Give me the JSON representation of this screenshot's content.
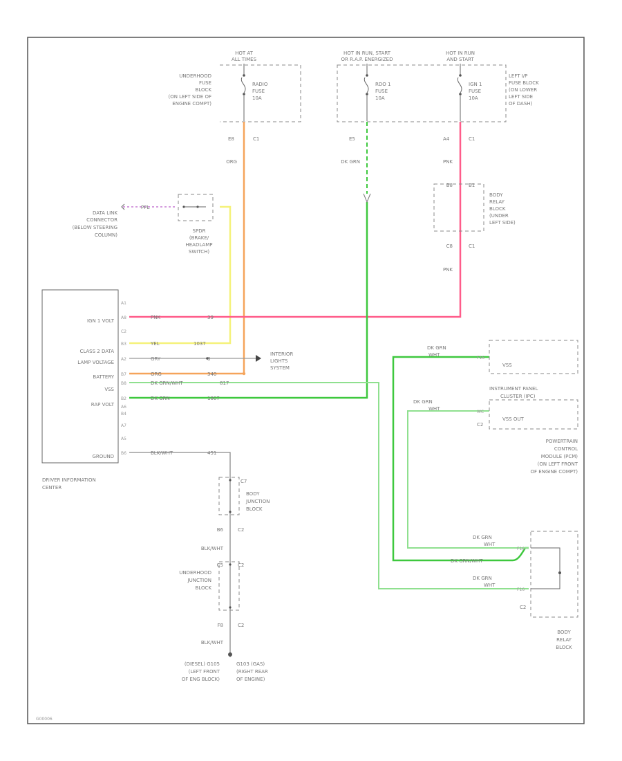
{
  "colors": {
    "orange": "#f5a45a",
    "pink": "#ff5c8a",
    "yellow": "#f5f27a",
    "green": "#3ec83e",
    "light_green": "#8fe08f",
    "purple": "#c77bd4",
    "gray": "#8a8a8a"
  },
  "power": {
    "hot1": [
      "HOT AT",
      "ALL TIMES"
    ],
    "hot2": [
      "HOT IN RUN, START",
      "OR R.A.P. ENERGIZED"
    ],
    "hot3": [
      "HOT IN RUN",
      "AND START"
    ],
    "underhood_fuse_block": [
      "UNDERHOOD",
      "FUSE",
      "BLOCK",
      "(ON LEFT SIDE OF",
      "ENGINE COMPT)"
    ],
    "left_ip_fuse_block": [
      "LEFT I/P",
      "FUSE BLOCK",
      "(ON LOWER",
      "LEFT SIDE",
      "OF DASH)"
    ],
    "fuse1": [
      "RADIO",
      "FUSE",
      "10A"
    ],
    "fuse2": [
      "RDO 1",
      "FUSE",
      "10A"
    ],
    "fuse3": [
      "IGN 1",
      "FUSE",
      "10A"
    ],
    "pins": [
      "E8",
      "C1",
      "E5",
      "A4",
      "C1"
    ]
  },
  "wires": {
    "org": "ORG",
    "dk_grn": "DK GRN",
    "pnk": "PNK",
    "ppl": "PPL",
    "pnk2": "PNK",
    "pnk_row": "PNK",
    "yel": "YEL",
    "gry": "GRY",
    "org2": "ORG",
    "dk_grn_wht": "DK GRN/WHT",
    "dk_grn2": "DK GRN",
    "blk_wht": "BLK/WHT",
    "blk_wht2": "BLK/WHT",
    "blk_wht3": "BLK/WHT",
    "num_39": "39",
    "num_1037": "1037",
    "num_8": "8",
    "num_340": "340",
    "num_817": "817",
    "num_1807": "1807",
    "num_451": "451",
    "num_8b": "8",
    "vss_wire": [
      "DK GRN",
      "WHT"
    ],
    "vss_out_wire": [
      "DK GRN",
      "WHT"
    ],
    "r1_wire": [
      "DK GRN",
      "WHT"
    ],
    "r2_wire": "DK GRN/WHT",
    "r3_wire": [
      "DK GRN",
      "WHT"
    ]
  },
  "connectors": {
    "dlc": [
      "DATA LINK",
      "CONNECTOR",
      "(BELOW STEERING",
      "COLUMN)"
    ],
    "switch": [
      "SPDR",
      "(BRAKE/",
      "HEADLAMP",
      "SWITCH)"
    ],
    "relay_top": [
      "BODY",
      "RELAY",
      "BLOCK",
      "(UNDER",
      "LEFT SIDE)"
    ],
    "relay_pins": [
      "B8",
      "B1",
      "C8",
      "C1"
    ],
    "interior": [
      "INTERIOR",
      "LIGHTS",
      "SYSTEM"
    ]
  },
  "dic": {
    "rows": [
      "IGN 1 VOLT",
      "CLASS 2 DATA",
      "LAMP VOLTAGE",
      "BATTERY",
      "VSS",
      "RAP VOLT",
      "GROUND"
    ],
    "pins": [
      "A1",
      "A8",
      "C2",
      "B3",
      "A2",
      "B7",
      "B8",
      "B2",
      "B4",
      "A7",
      "A5",
      "B6",
      "A6"
    ],
    "label": [
      "DRIVER INFORMATION",
      "CENTER"
    ]
  },
  "right": {
    "ipc_pin": "F16",
    "ipc_label": "VSS",
    "ipc_name": [
      "INSTRUMENT PANEL",
      "CLUSTER (IPC)"
    ],
    "pcm_pin": "WC",
    "pcm_label": "VSS OUT",
    "pcm_c": "C2",
    "pcm_name": [
      "POWERTRAIN",
      "CONTROL",
      "MODULE (PCM)",
      "(ON LEFT FRONT",
      "OF ENGINE COMPT)"
    ],
    "brb_pins": [
      "F16",
      "F16",
      "C2"
    ],
    "brb_name": [
      "BODY",
      "RELAY",
      "BLOCK"
    ]
  },
  "ground": {
    "junction1": [
      "BODY",
      "JUNCTION",
      "BLOCK"
    ],
    "junction1_pins": [
      "C7",
      "B6",
      "C2"
    ],
    "junction2": [
      "UNDERHOOD",
      "JUNCTION",
      "BLOCK"
    ],
    "junction2_pins": [
      "C5",
      "C2",
      "F8",
      "C2"
    ],
    "g1": [
      "(DIESEL) G105",
      "(LEFT FRONT",
      "OF ENG BLOCK)"
    ],
    "g2": [
      "G103 (GAS)",
      "(RIGHT REAR",
      "OF ENGINE)"
    ]
  },
  "footer": "G00006"
}
